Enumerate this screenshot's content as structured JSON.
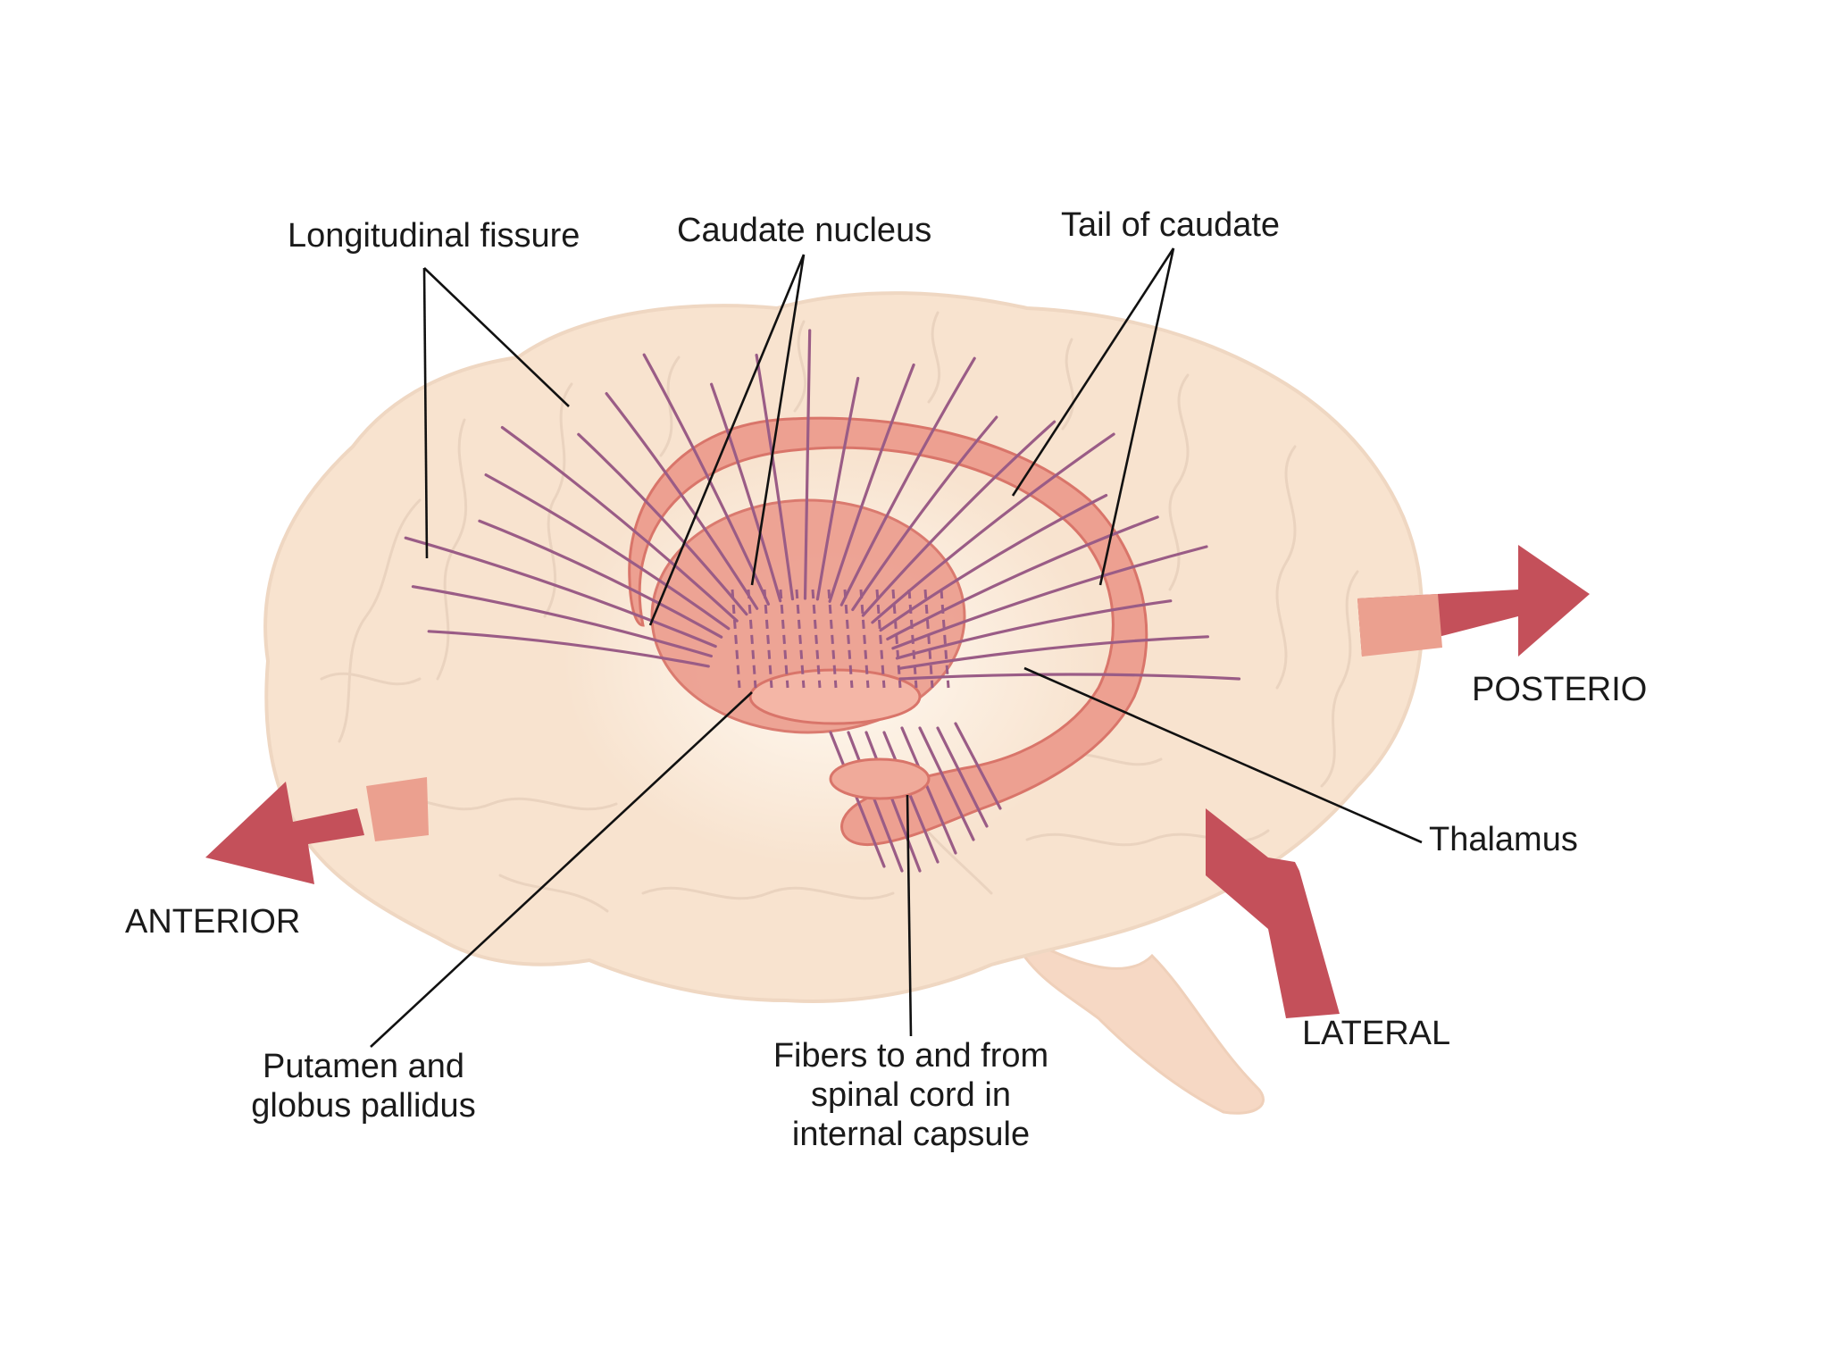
{
  "labels": {
    "longitudinal_fissure": "Longitudinal fissure",
    "caudate_nucleus": "Caudate nucleus",
    "tail_of_caudate": "Tail of caudate",
    "posterior": "POSTERIO",
    "anterior": "ANTERIOR",
    "thalamus": "Thalamus",
    "lateral": "LATERAL",
    "putamen_line1": "Putamen and",
    "putamen_line2": "globus pallidus",
    "fibers_line1": "Fibers to and from",
    "fibers_line2": "spinal cord in",
    "fibers_line3": "internal capsule"
  },
  "colors": {
    "brain_fill": "#f8e3cf",
    "brain_outline": "#efd7c2",
    "nucleus_fill": "#eda091",
    "nucleus_edge": "#d9756a",
    "fiber": "#9a5c86",
    "arrow_dark": "#c4505a",
    "arrow_light": "#eba08f"
  }
}
